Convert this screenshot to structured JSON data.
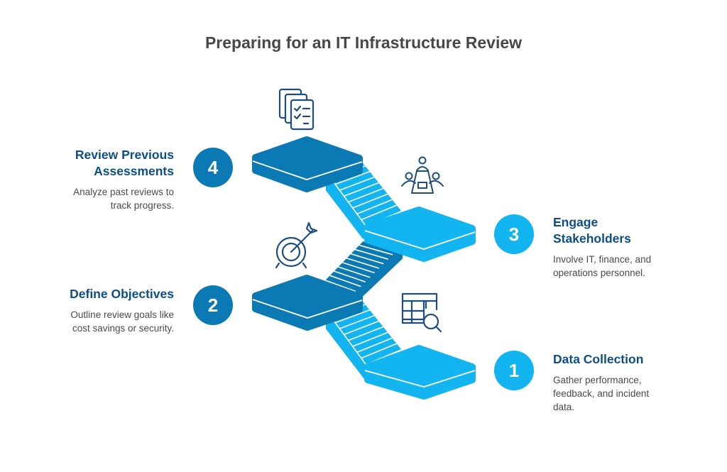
{
  "title": "Preparing for an IT Infrastructure Review",
  "colors": {
    "dark": "#0a79b4",
    "light": "#12b5f0",
    "heading": "#0c4e89",
    "icon": "#1d4e7f"
  },
  "steps": [
    {
      "number": "1",
      "heading": "Data Collection",
      "description": "Gather performance, feedback, and incident data.",
      "icon": "table-search-icon"
    },
    {
      "number": "2",
      "heading": "Define Objectives",
      "description": "Outline review goals like cost savings or security.",
      "icon": "target-arrow-icon"
    },
    {
      "number": "3",
      "heading": "Engage Stakeholders",
      "description": "Involve IT, finance, and operations personnel.",
      "icon": "meeting-table-icon"
    },
    {
      "number": "4",
      "heading": "Review Previous Assessments",
      "description": "Analyze past reviews to track progress.",
      "icon": "checklist-documents-icon"
    }
  ]
}
